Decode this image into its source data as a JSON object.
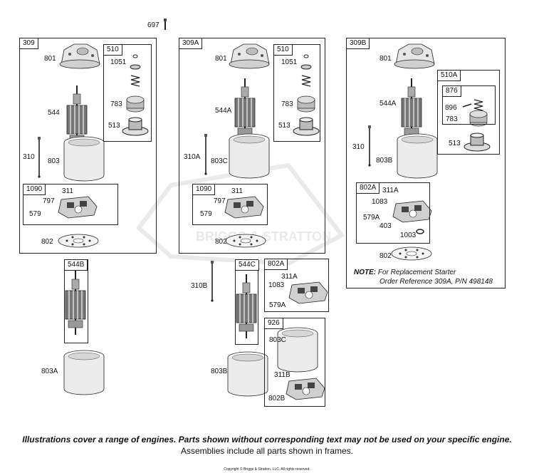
{
  "header_part": "697",
  "frames": {
    "f309": "309",
    "f510a": "510",
    "f1090a": "1090",
    "f544b": "544B",
    "f309a": "309A",
    "f510b": "510",
    "f1090b": "1090",
    "f544c": "544C",
    "f802a": "802A",
    "f926": "926",
    "f309b": "309B",
    "f510c": "510A",
    "f876": "876",
    "f802ab": "802A"
  },
  "labels": {
    "a801": "801",
    "a1051": "1051",
    "a783": "783",
    "a513": "513",
    "a544": "544",
    "a310": "310",
    "a803": "803",
    "a311": "311",
    "a797": "797",
    "a579": "579",
    "a802": "802",
    "a803a": "803A",
    "b801": "801",
    "b1051": "1051",
    "b783": "783",
    "b513": "513",
    "b544a": "544A",
    "b310a": "310A",
    "b803c": "803C",
    "b311": "311",
    "b797": "797",
    "b579": "579",
    "b802": "802",
    "b310b": "310B",
    "b803b": "803B",
    "b311a": "311A",
    "b1083": "1083",
    "b579a": "579A",
    "b803c2": "803C",
    "b311b": "311B",
    "b802b": "802B",
    "c801": "801",
    "c544a": "544A",
    "c310": "310",
    "c803b": "803B",
    "c896": "896",
    "c783": "783",
    "c513": "513",
    "c311a": "311A",
    "c1083": "1083",
    "c579a": "579A",
    "c403": "403",
    "c1003": "1003",
    "c802": "802"
  },
  "note": {
    "prefix": "NOTE:",
    "line1": "For Replacement Starter",
    "line2": "Order Reference 309A, P/N 498148"
  },
  "watermark": "BRIGGS & STRATTON",
  "footer": {
    "line1": "Illustrations cover a range of engines. Parts shown without corresponding text may not be used on your specific engine.",
    "line2": "Assemblies include all parts shown in frames.",
    "copyright": "Copyright © Briggs & Stratton, LLC. All rights reserved."
  }
}
